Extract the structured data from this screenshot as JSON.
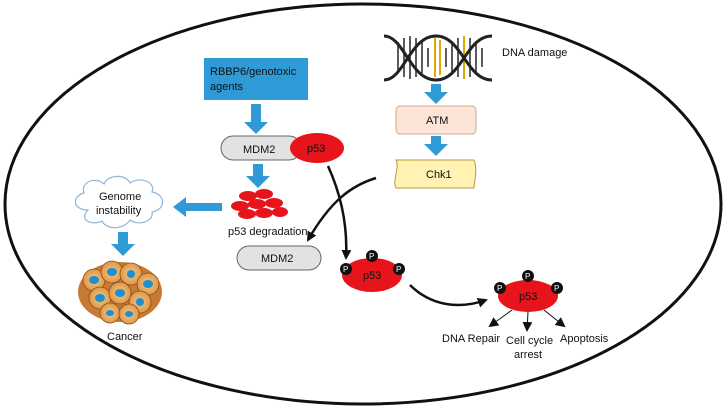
{
  "labels": {
    "rbbp6": [
      "RBBP6/genotoxic",
      "agents"
    ],
    "mdm2_top": "MDM2",
    "p53_top": "p53",
    "p53_degradation": "p53 degradation",
    "genome_instability": [
      "Genome",
      "instability"
    ],
    "cancer": "Cancer",
    "dna_damage": "DNA damage",
    "atm": "ATM",
    "chk1": "Chk1",
    "mdm2_free": "MDM2",
    "p53_mid": "p53",
    "p53_right": "p53",
    "phospho": "P",
    "dna_repair": "DNA Repair",
    "cell_cycle": [
      "Cell cycle",
      "arrest"
    ],
    "apoptosis": "Apoptosis"
  },
  "colors": {
    "arrow_blue": "#2e9bd6",
    "rbbp6_box": "#2e9bd6",
    "p53_red": "#e8141c",
    "mdm2_grey": "#e2e2e2",
    "atm_box": "#fce4d6",
    "chk1_box": "#fff2b3",
    "phospho_black": "#111111"
  }
}
